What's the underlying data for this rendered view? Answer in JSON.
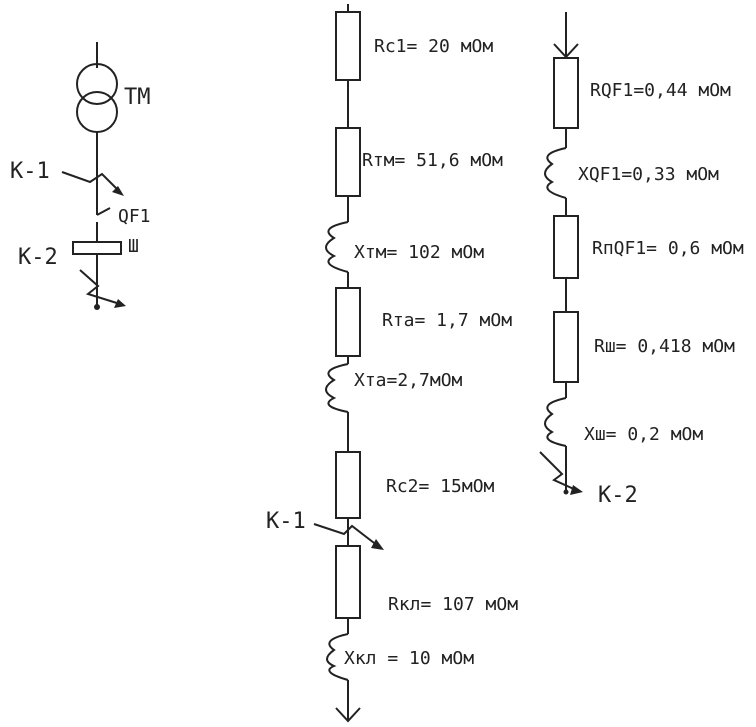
{
  "left_schematic": {
    "transformer_label": "TM",
    "fault1_label": "K-1",
    "fault2_label": "K-2",
    "breaker_label": "QF1",
    "busbar_label": "Ш"
  },
  "chain1": {
    "elements": [
      {
        "label": "Rс1= 20 мОм"
      },
      {
        "label": "Rтм= 51,6 мОм"
      },
      {
        "label": "Xтм= 102 мОм"
      },
      {
        "label": "Rта= 1,7 мОм"
      },
      {
        "label": "Xта=2,7мОм"
      },
      {
        "label": "Rс2= 15мОм"
      },
      {
        "label": "Rкл= 107 мОм"
      },
      {
        "label": "Xкл = 10 мОм"
      }
    ],
    "fault_label": "K-1"
  },
  "chain2": {
    "elements": [
      {
        "label": "RQF1=0,44 мОм"
      },
      {
        "label": "XQF1=0,33 мОм"
      },
      {
        "label": "RпQF1= 0,6 мОм"
      },
      {
        "label": "Rш= 0,418 мОм"
      },
      {
        "label": "Xш= 0,2 мОм"
      }
    ],
    "fault_label": "K-2"
  }
}
